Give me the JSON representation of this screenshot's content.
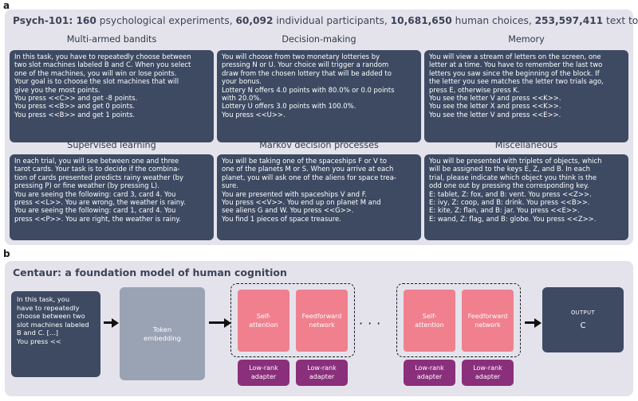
{
  "panel_a": {
    "letter": "a",
    "title": {
      "prefix": "Psych-101: ",
      "n1": "160",
      "t1": " psychological experiments, ",
      "n2": "60,092",
      "t2": " individual participants, ",
      "n3": "10,681,650",
      "t3": " human choices, ",
      "n4": "253,597,411",
      "t4": " text tokens"
    },
    "tasks": [
      {
        "title": "Multi-armed bandits",
        "lines": [
          "In this task, you have to repeatedly choose between",
          "two slot machines labeled B and C. When you select",
          "one of the machines, you will win or lose points.",
          "Your goal is to choose the slot machines that will",
          "give you the most points.",
          "You press <<C>> and get -8 points.",
          "You press <<B>> and get 0 points.",
          "You press <<B>> and get 1 points."
        ]
      },
      {
        "title": "Decision-making",
        "lines": [
          "You will choose from two monetary lotteries by",
          "pressing N or U. Your choice will trigger a random",
          "draw from the chosen lottery that will be added to",
          "your bonus.",
          "Lottery N offers 4.0 points with 80.0% or 0.0 points",
          "with 20.0%.",
          "Lottery U offers 3.0 points with 100.0%.",
          "You press <<U>>."
        ]
      },
      {
        "title": "Memory",
        "lines": [
          "You will view a stream of letters on the screen, one",
          "letter at a time. You have to remember the last two",
          "letters you saw since the beginning of the block. If",
          "the letter you see matches the letter two trials ago,",
          "press E, otherwise press K.",
          "You see the letter V and press <<K>>.",
          "You see the letter X and press <<K>>.",
          "You see the letter V and press <<E>>."
        ]
      },
      {
        "title": "Supervised learning",
        "lines": [
          "In each trial, you will see between one and three",
          "tarot cards. Your task is to decide if the combina-",
          "tion of cards presented predicts rainy weather (by",
          "pressing P) or fine weather (by pressing L).",
          "You are seeing the following: card 3, card 4. You",
          "press <<L>>. You are wrong, the weather is rainy.",
          "You are seeing the following: card 1, card 4. You",
          "press <<P>>. You are right, the weather is rainy."
        ]
      },
      {
        "title": "Markov decision processes",
        "lines": [
          "You will be taking one of the spaceships F or V to",
          "one of the planets M or S. When you arrive at each",
          "planet, you will ask one of the aliens for space trea-",
          "sure.",
          "You are presented with spaceships V and F.",
          "You press <<V>>. You end up on planet M and",
          "see aliens G and W. You press <<G>>.",
          "You find 1 pieces of space treasure."
        ]
      },
      {
        "title": "Miscellaneous",
        "lines": [
          "You will be presented with triplets of objects, which",
          "will be assigned to the keys E, Z, and B. In each",
          "trial, please indicate which object you think is the",
          "odd one out by pressing the corresponding key.",
          "E: tablet, Z: fox, and B: vent. You press <<Z>>.",
          "E: ivy, Z: coop, and B: drink. You press <<B>>.",
          "E: kite, Z: flan, and B: jar. You press <<E>>.",
          "E: wand, Z: flag, and B: globe. You press <<Z>>."
        ]
      }
    ]
  },
  "panel_b": {
    "letter": "b",
    "title": "Centaur: a foundation model of human cognition",
    "prompt_lines": [
      "In this task, you",
      "have to repeatedly",
      "choose between two",
      "slot machines labeled",
      "B and C. [...]",
      "You press <<"
    ],
    "embedding": [
      "Token",
      "embedding"
    ],
    "self_attention": [
      "Self-",
      "attention"
    ],
    "feedforward": [
      "Feedforward",
      "network"
    ],
    "adapter": [
      "Low-rank",
      "adapter"
    ],
    "ellipsis": "···",
    "output_label": "OUTPUT",
    "output_value": "C"
  },
  "colors": {
    "panel_bg": "#e4e3ec",
    "box_dark": "#3d4a62",
    "embedding_gray": "#9aa3b3",
    "pink": "#f0808e",
    "purple": "#8a2f7c"
  }
}
